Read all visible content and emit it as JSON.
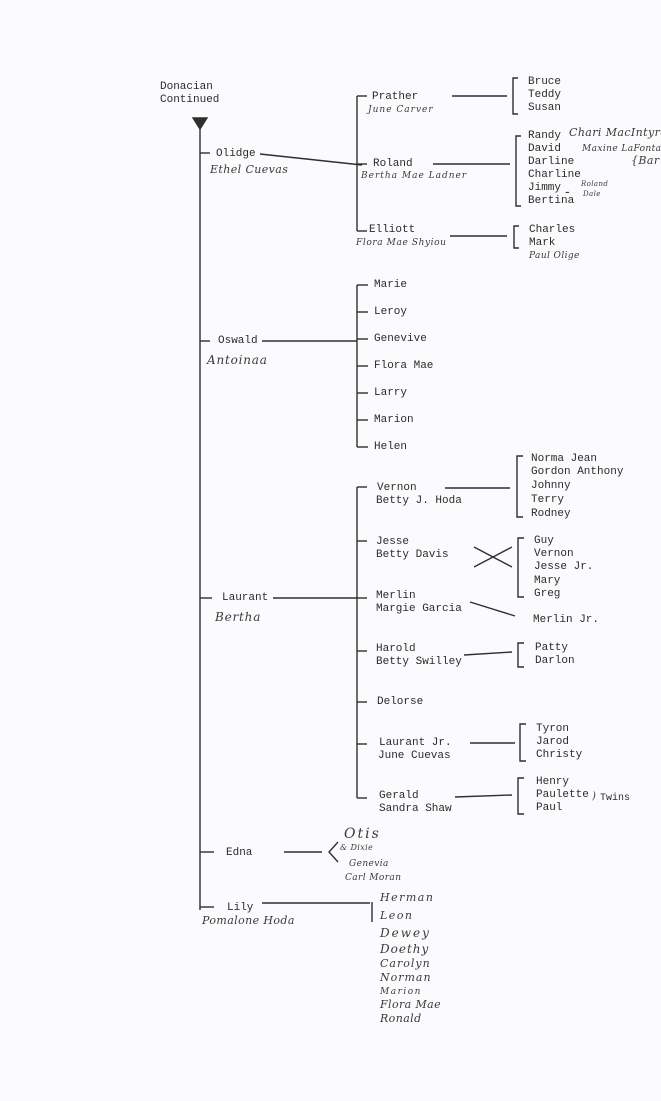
{
  "root": {
    "line1": "Donacian",
    "line2": "Continued"
  },
  "olidge": {
    "name": "Olidge",
    "spouse": "Ethel Cuevas",
    "prather": {
      "name": "Prather",
      "spouse": "June Carver",
      "children": [
        "Bruce",
        "Teddy",
        "Susan"
      ]
    },
    "roland": {
      "name": "Roland",
      "spouse": "Bertha Mae Ladner",
      "children": [
        "Randy",
        "David",
        "Darline",
        "Charline",
        "Jimmy",
        "Bertina"
      ],
      "notes": {
        "randy": "Chari MacIntyre",
        "david": "Maxine LaFontaine",
        "darline": "{Bar",
        "jimmy_top": "Roland",
        "jimmy_bottom": "Dale"
      }
    },
    "elliott": {
      "name": "Elliott",
      "spouse": "Flora Mae Shyiou",
      "children": [
        "Charles",
        "Mark"
      ],
      "extra_child": "Paul Olige"
    }
  },
  "oswald": {
    "name": "Oswald",
    "spouse": "Antoinaa",
    "children": [
      "Marie",
      "Leroy",
      "Genevive",
      "Flora Mae",
      "Larry",
      "Marion",
      "Helen"
    ]
  },
  "laurant": {
    "name": "Laurant",
    "spouse": "Bertha",
    "vernon": {
      "name": "Vernon",
      "spouse": "Betty J. Hoda",
      "children": [
        "Norma Jean",
        "Gordon Anthony",
        "Johnny",
        "Terry",
        "Rodney"
      ]
    },
    "jesse": {
      "name": "Jesse",
      "spouse": "Betty Davis",
      "children": [
        "Guy",
        "Vernon",
        "Jesse Jr.",
        "Mary",
        "Greg"
      ]
    },
    "merlin": {
      "name": "Merlin",
      "spouse": "Margie Garcia",
      "children": [
        "Merlin Jr."
      ]
    },
    "harold": {
      "name": "Harold",
      "spouse": "Betty Swilley",
      "children": [
        "Patty",
        "Darlon"
      ]
    },
    "delorse": {
      "name": "Delorse"
    },
    "laurant_jr": {
      "name": "Laurant Jr.",
      "spouse": "June Cuevas",
      "children": [
        "Tyron",
        "Jarod",
        "Christy"
      ]
    },
    "gerald": {
      "name": "Gerald",
      "spouse": "Sandra Shaw",
      "children": [
        "Henry",
        "Paulette",
        "Paul"
      ],
      "note": "Twins"
    }
  },
  "edna": {
    "name": "Edna",
    "children": [
      "Otis",
      "& Dixie",
      "Genevia",
      "Carl Moran"
    ]
  },
  "lily": {
    "name": "Lily",
    "spouse": "Pomalone Hoda",
    "children": [
      "Herman",
      "Leon",
      "Dewey",
      "Doethy",
      "Carolyn",
      "Norman",
      "Marion",
      "Flora Mae",
      "Ronald"
    ]
  }
}
